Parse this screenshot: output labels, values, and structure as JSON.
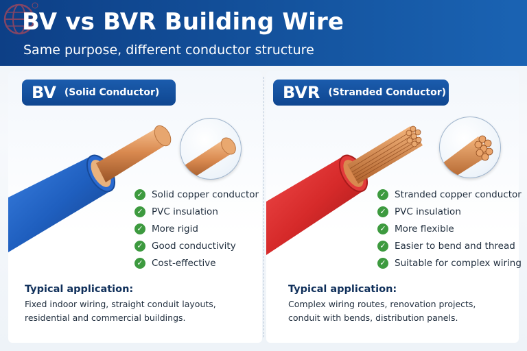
{
  "header": {
    "title": "BV vs BVR Building Wire",
    "subtitle": "Same purpose, different conductor structure"
  },
  "brand": {
    "logo_icon": "globe-logo-icon",
    "mark": "®"
  },
  "colors": {
    "header_blue": "#14539e",
    "bv_insulation": "#1f5fbf",
    "bvr_insulation": "#d62a2a",
    "copper": "#d9894f",
    "check_green": "#3d9a3f"
  },
  "bv": {
    "code": "BV",
    "description": "(Solid Conductor)",
    "features": [
      "Solid copper conductor",
      "PVC insulation",
      "More rigid",
      "Good conductivity",
      "Cost-effective"
    ],
    "application_title": "Typical application:",
    "application_lines": [
      "Fixed indoor wiring, straight conduit layouts,",
      "residential and commercial buildings."
    ]
  },
  "bvr": {
    "code": "BVR",
    "description": "(Stranded Conductor)",
    "features": [
      "Stranded copper conductor",
      "PVC insulation",
      "More flexible",
      "Easier to bend and thread",
      "Suitable for complex wiring"
    ],
    "application_title": "Typical application:",
    "application_lines": [
      "Complex wiring routes, renovation projects,",
      "conduit with bends, distribution panels."
    ]
  }
}
